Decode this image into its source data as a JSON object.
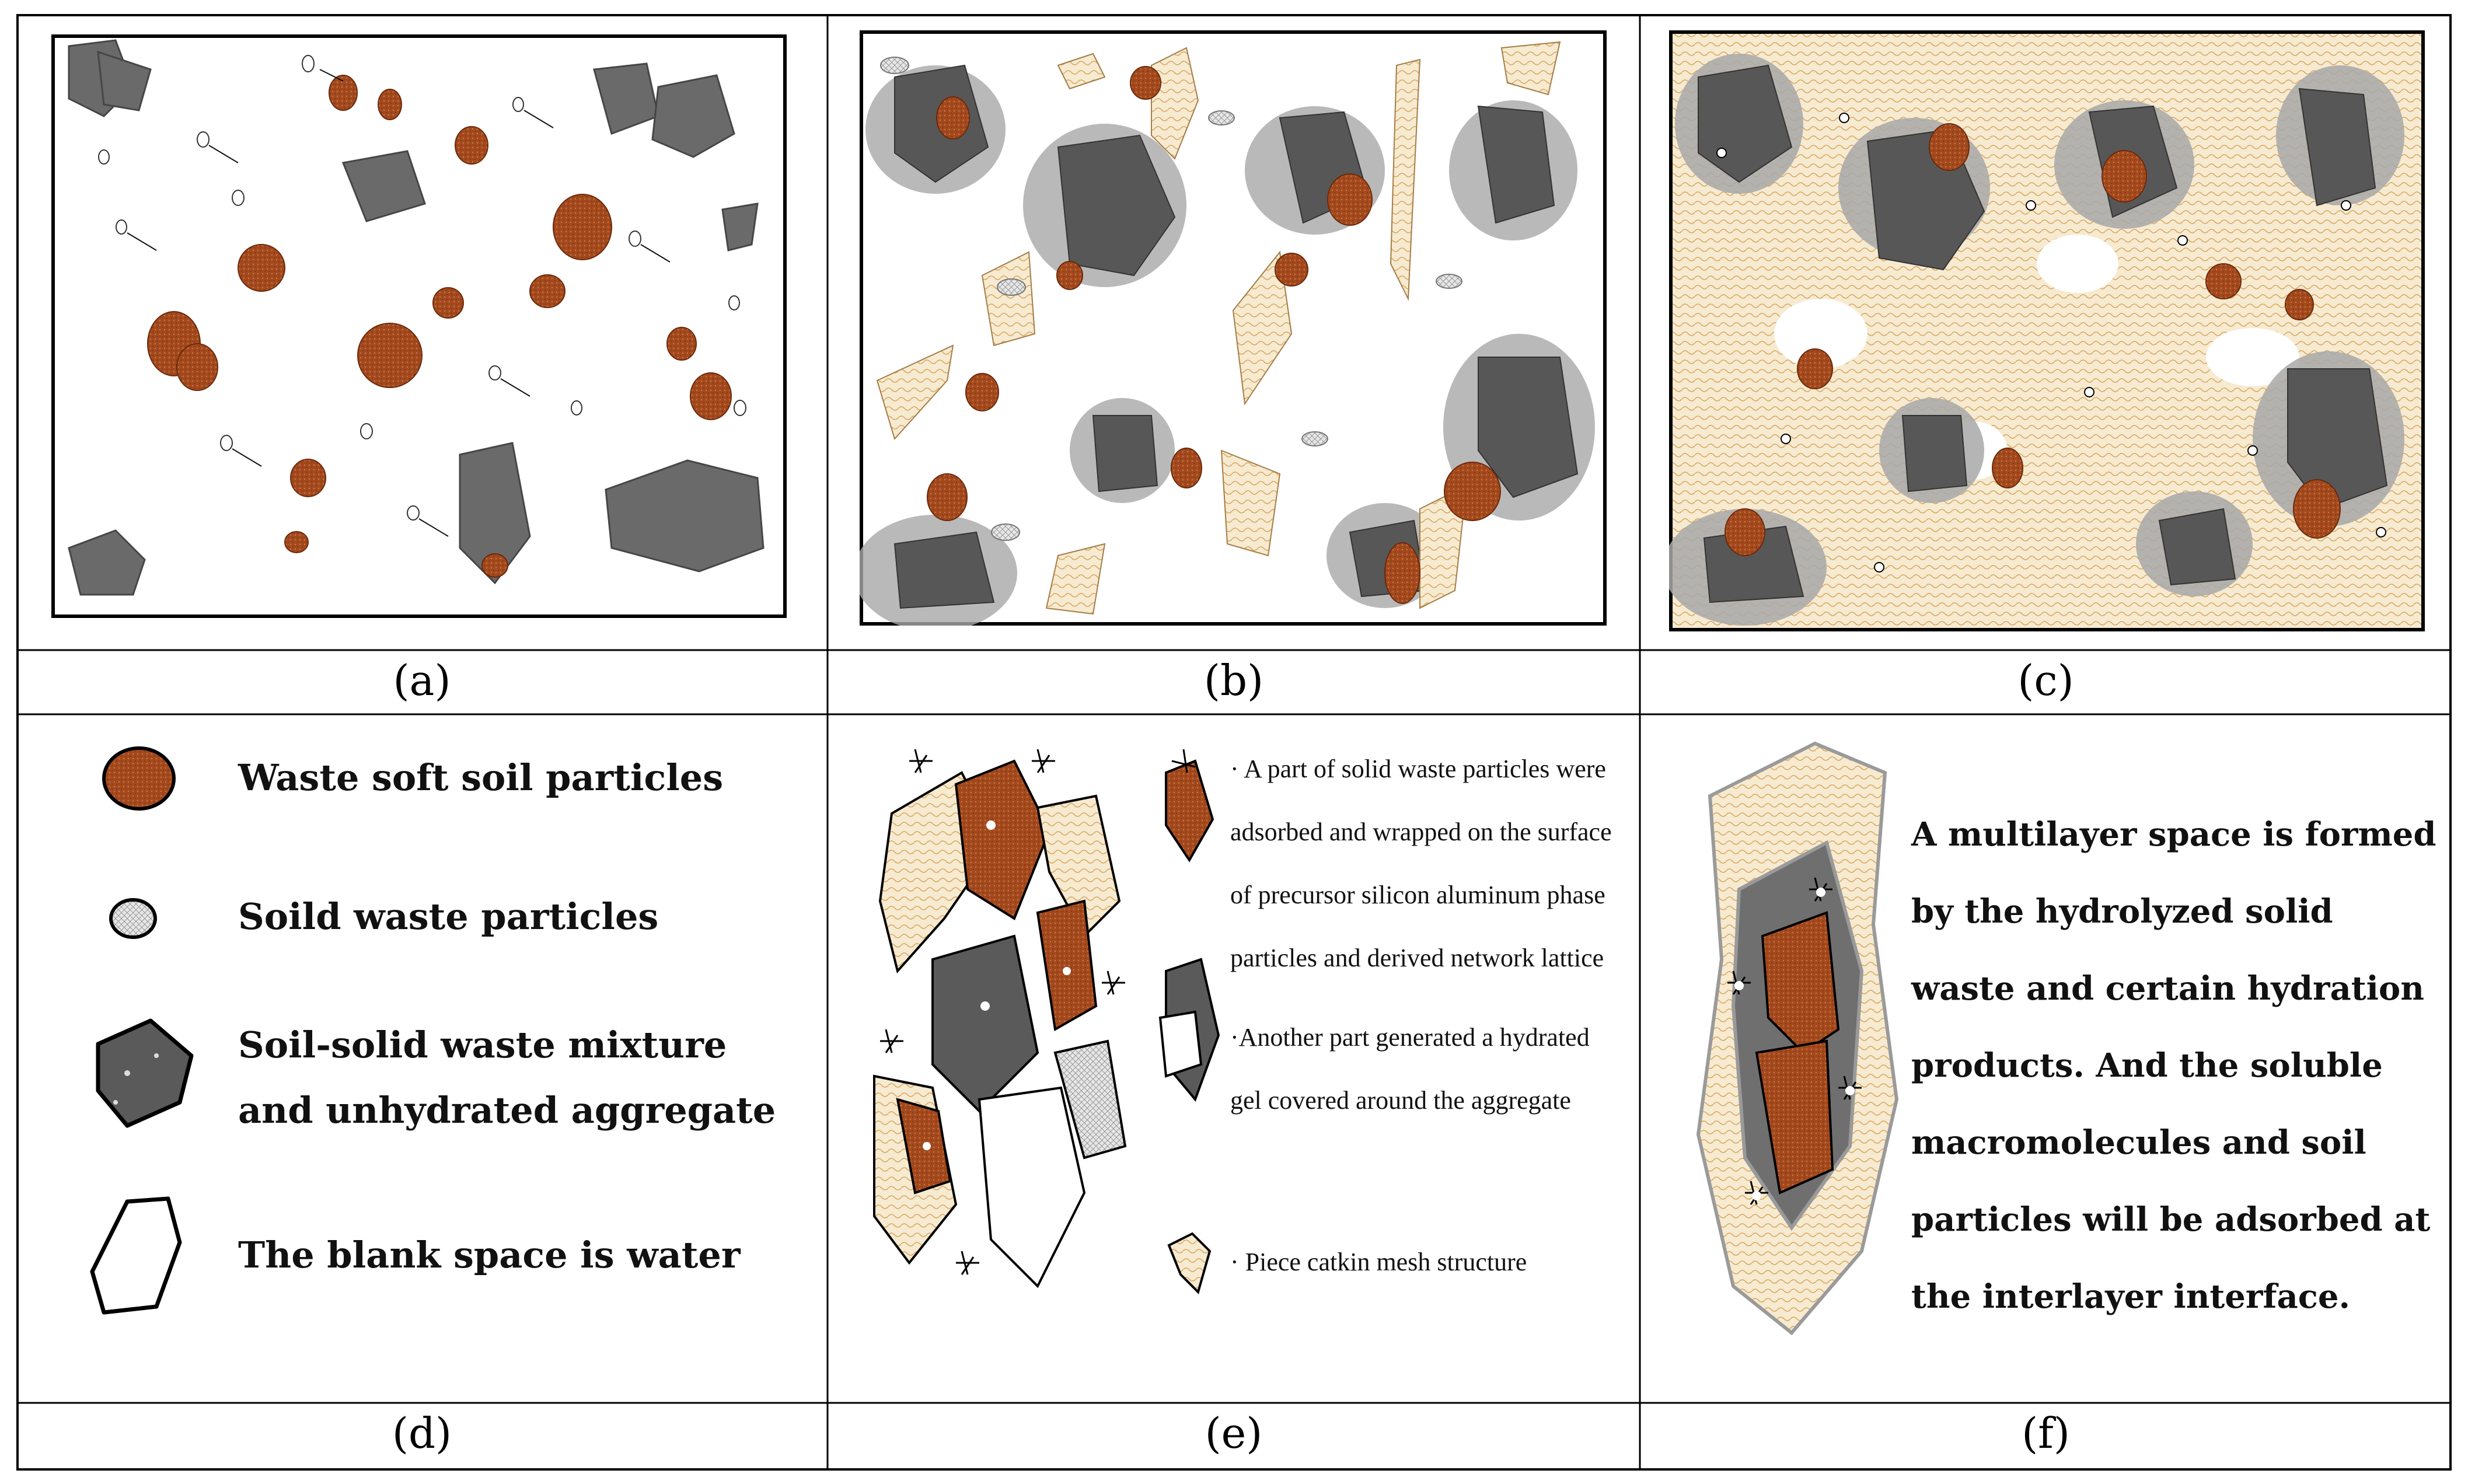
{
  "captions": {
    "a": "(a)",
    "b": "(b)",
    "c": "(c)",
    "d": "(d)",
    "e": "(e)",
    "f": "(f)"
  },
  "legend": {
    "items": [
      {
        "label": "Waste soft soil particles",
        "icon": "soil-particle-icon"
      },
      {
        "label": "Soild waste particles",
        "icon": "solid-waste-particle-icon"
      },
      {
        "label": "Soil-solid waste mixture and unhydrated aggregate",
        "icon": "mixture-aggregate-icon"
      },
      {
        "label": "The blank space is water",
        "icon": "water-space-icon"
      }
    ]
  },
  "panel_e": {
    "notes": [
      "· A part of solid waste particles were adsorbed and wrapped on the surface of precursor silicon aluminum phase particles and derived network lattice",
      "·Another part generated a hydrated gel covered around the aggregate",
      "· Piece catkin mesh structure"
    ]
  },
  "panel_f": {
    "text": "A multilayer space is formed by the hydrolyzed solid waste and certain hydration products. And the soluble macromolecules and soil particles will be adsorbed at the interlayer interface."
  },
  "colors": {
    "soil": "#a0461c",
    "aggregate": "#5b5b5b",
    "aggregate_halo": "#a8a8a8",
    "mesh": "#f5e9c7",
    "border": "#000000"
  }
}
